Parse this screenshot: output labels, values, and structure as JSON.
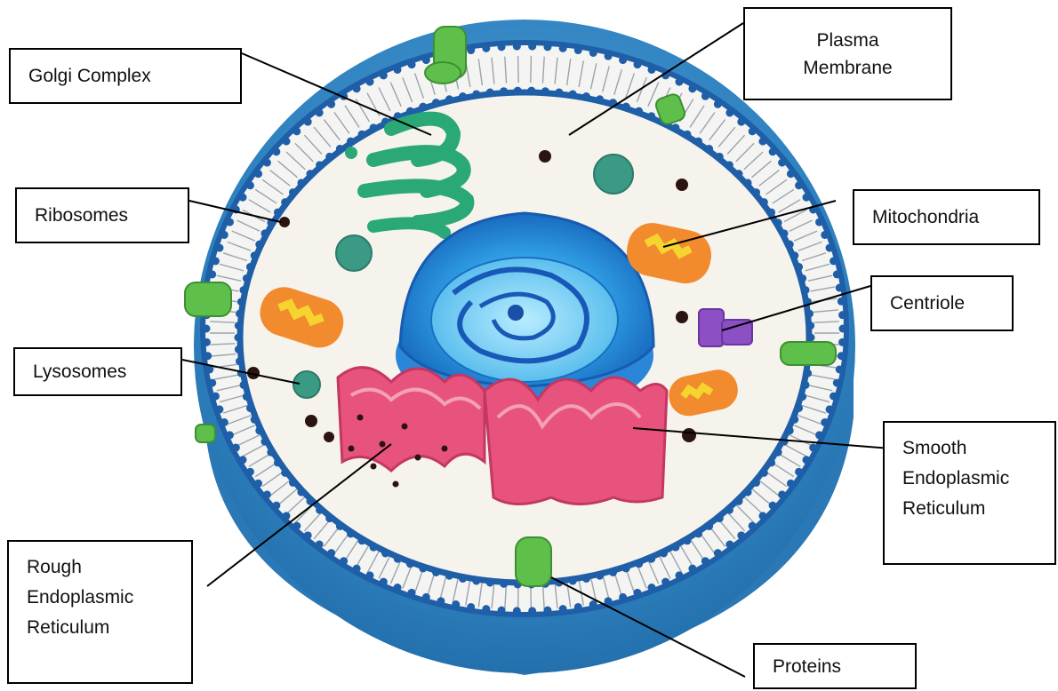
{
  "labels": {
    "golgi": "Golgi Complex",
    "plasma": "Plasma\nMembrane",
    "ribosomes": "Ribosomes",
    "mitochondria": "Mitochondria",
    "centriole": "Centriole",
    "lysosomes": "Lysosomes",
    "smooth_er": "Smooth\nEndoplasmic\nReticulum",
    "rough_er": "Rough\nEndoplasmic\nReticulum",
    "proteins": "Proteins"
  },
  "colors": {
    "cell_outer": "#2b7fbf",
    "membrane_beads": "#1f5fa8",
    "cytoplasm": "#f6f3ec",
    "nucleus": "#1e78d6",
    "golgi": "#2aa876",
    "mitochondria": "#f28a2e",
    "mitochondria_inner": "#f5d430",
    "er": "#e8537e",
    "centriole": "#8c4fc4",
    "lysosome": "#3b9a84",
    "ribosome": "#2a1410",
    "protein": "#5ec04a"
  }
}
